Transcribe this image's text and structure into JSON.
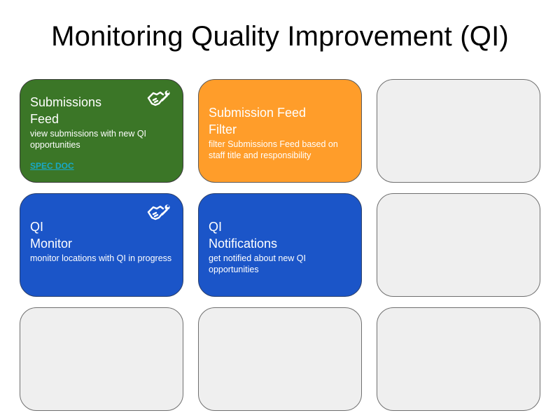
{
  "page": {
    "title": "Monitoring Quality Improvement (QI)"
  },
  "cards": {
    "submissions_feed": {
      "title_line1": "Submissions",
      "title_line2": "Feed",
      "description": "view submissions with new QI opportunities",
      "link": "SPEC DOC",
      "icon": "handshake-wrench-icon",
      "color": "#3b7627"
    },
    "submission_feed_filter": {
      "title_line1": "Submission Feed",
      "title_line2": "Filter",
      "description": "filter Submissions Feed based on staff title and responsibility",
      "color": "#ff9d2a"
    },
    "qi_monitor": {
      "title_line1": "QI",
      "title_line2": "Monitor",
      "description": "monitor locations with QI in progress",
      "icon": "handshake-wrench-icon",
      "color": "#1b55c8"
    },
    "qi_notifications": {
      "title_line1": "QI",
      "title_line2": "Notifications",
      "description": "get notified about new QI opportunities",
      "color": "#1b55c8"
    }
  },
  "colors": {
    "empty_card": "#efefef",
    "link": "#18a9c7"
  }
}
